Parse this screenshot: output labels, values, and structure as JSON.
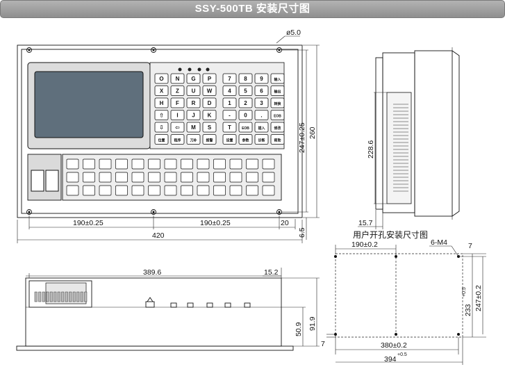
{
  "title": "SSY-500TB 安装尺寸图",
  "front_view": {
    "hole_dia": "ø5.0",
    "width_total": "420",
    "width_left": "190±0.25",
    "width_right": "190±0.25",
    "edge_right": "20",
    "height_holes": "247±0.25",
    "height_total": "260",
    "height_bottom": "6.5"
  },
  "side_view": {
    "height": "228.6",
    "depth": "15.7"
  },
  "bottom_view": {
    "length": "389.6",
    "edge": "15.2",
    "height_total": "91.9",
    "height_part": "50.9"
  },
  "cutout_view": {
    "title": "用户开孔安装尺寸图",
    "half_width": "190±0.2",
    "holes": "6-M4",
    "top_offset": "7",
    "bottom_offset": "7",
    "hole_width": "380±0.2",
    "cut_width": "394",
    "cut_width_tol": "+0.5",
    "cut_height": "233",
    "cut_height_tol": "+0.5",
    "hole_height": "247±0.2"
  },
  "keypad_rows": [
    [
      "O",
      "N",
      "G",
      "P",
      "7",
      "8",
      "9",
      "输入"
    ],
    [
      "X",
      "Z",
      "U",
      "W",
      "4",
      "5",
      "6",
      "输出"
    ],
    [
      "H",
      "F",
      "R",
      "D",
      "1",
      "2",
      "3",
      "转换"
    ],
    [
      "⇧",
      "I",
      "J",
      "K",
      "-",
      "0",
      ".",
      "EOB"
    ],
    [
      "⇩",
      "⇦",
      "M",
      "S",
      "T",
      "EOB",
      "插入",
      "修改"
    ],
    [
      "位置",
      "程序",
      "刀补",
      "报警",
      "设置",
      "参数",
      "诊断",
      "帮助"
    ]
  ],
  "colors": {
    "title_bg": "#9c9c9c",
    "panel": "#f2f2f2",
    "screen": "#5f6f7c"
  }
}
